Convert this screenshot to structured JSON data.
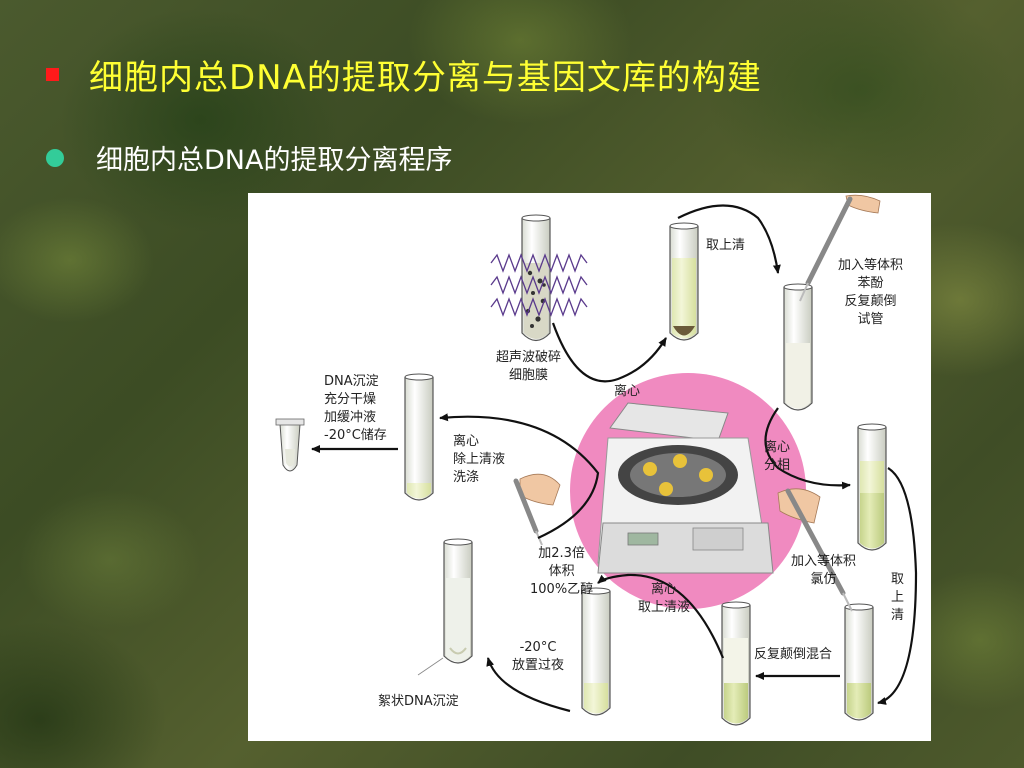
{
  "slide": {
    "title": "细胞内总DNA的提取分离与基因文库的构建",
    "subtitle": "细胞内总DNA的提取分离程序"
  },
  "colors": {
    "title": "#ffff33",
    "subtitle": "#ffffff",
    "title_bullet": "#ff1a1a",
    "sub_bullet": "#33cc99",
    "centrifuge_bg": "#f08ac0"
  },
  "figure": {
    "labels": {
      "sonicate_1": "超声波破碎",
      "sonicate_2": "细胞膜",
      "take_supernatant_top": "取上清",
      "phenol_1": "加入等体积",
      "phenol_2": "苯酚",
      "phenol_3": "反复颠倒",
      "phenol_4": "试管",
      "centrifuge_1": "离心",
      "centrifuge_phase_1": "离心",
      "centrifuge_phase_2": "分相",
      "chloroform_1": "加入等体积",
      "chloroform_2": "氯仿",
      "take_supernatant_v1": "取",
      "take_supernatant_v2": "上",
      "take_supernatant_v3": "清",
      "invert_mix": "反复颠倒混合",
      "centrifuge_take_1": "离心",
      "centrifuge_take_2": "取上清液",
      "ethanol_1": "加2.3倍",
      "ethanol_2": "体积",
      "ethanol_3": "100%乙醇",
      "overnight_1": "-20°C",
      "overnight_2": "放置过夜",
      "flocculent": "絮状DNA沉淀",
      "wash_1": "离心",
      "wash_2": "除上清液",
      "wash_3": "洗涤",
      "store_1": "DNA沉淀",
      "store_2": "充分干燥",
      "store_3": "加缓冲液",
      "store_4": "-20°C储存"
    }
  }
}
